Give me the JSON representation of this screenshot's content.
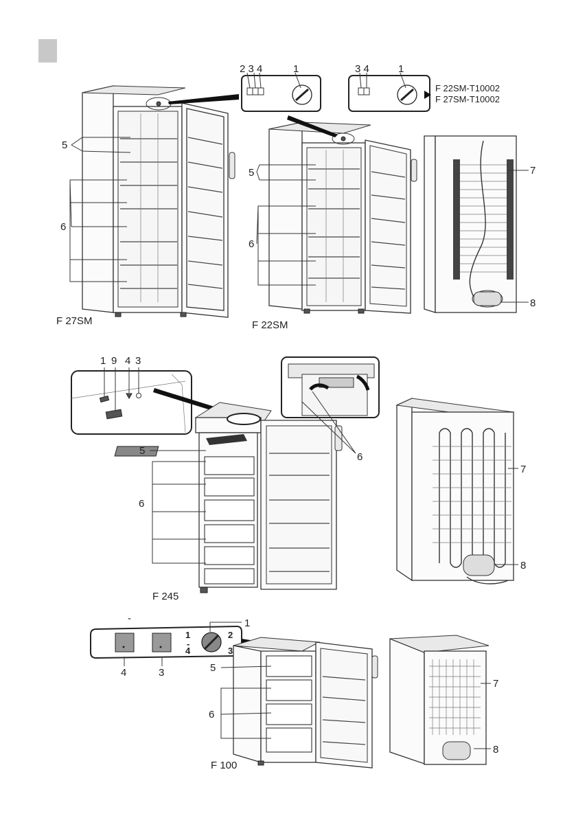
{
  "colors": {
    "marker": "#c8c8c8",
    "ink": "#222222"
  },
  "panel1": {
    "ctrl_a_labels": "2 3 4",
    "ctrl_a_knob": "1",
    "ctrl_b_labels": "3 4",
    "ctrl_b_knob": "1",
    "model_b1": "F 22SM-T10002",
    "model_b2": "F 27SM-T10002",
    "left_label_5": "5",
    "left_label_6": "6",
    "left_model": "F 27SM",
    "mid_label_5": "5",
    "mid_label_6": "6",
    "mid_model": "F 22SM",
    "back_label_7": "7",
    "back_label_8": "8"
  },
  "panel2": {
    "inset_1": "1",
    "inset_9": "9",
    "inset_4": "4",
    "inset_3": "3",
    "label_5": "5",
    "label_6_left": "6",
    "label_6_right": "6",
    "model": "F 245",
    "back_label_7": "7",
    "back_label_8": "8"
  },
  "panel3": {
    "ctrl_dash": "-",
    "knob_1": "1",
    "knob_2": "2",
    "knob_3": "3",
    "knob_4": "4",
    "knob_dash": "-",
    "btn_4": "4",
    "btn_3": "3",
    "top_1": "1",
    "label_5": "5",
    "label_6": "6",
    "model": "F 100",
    "back_label_7": "7",
    "back_label_8": "8"
  }
}
